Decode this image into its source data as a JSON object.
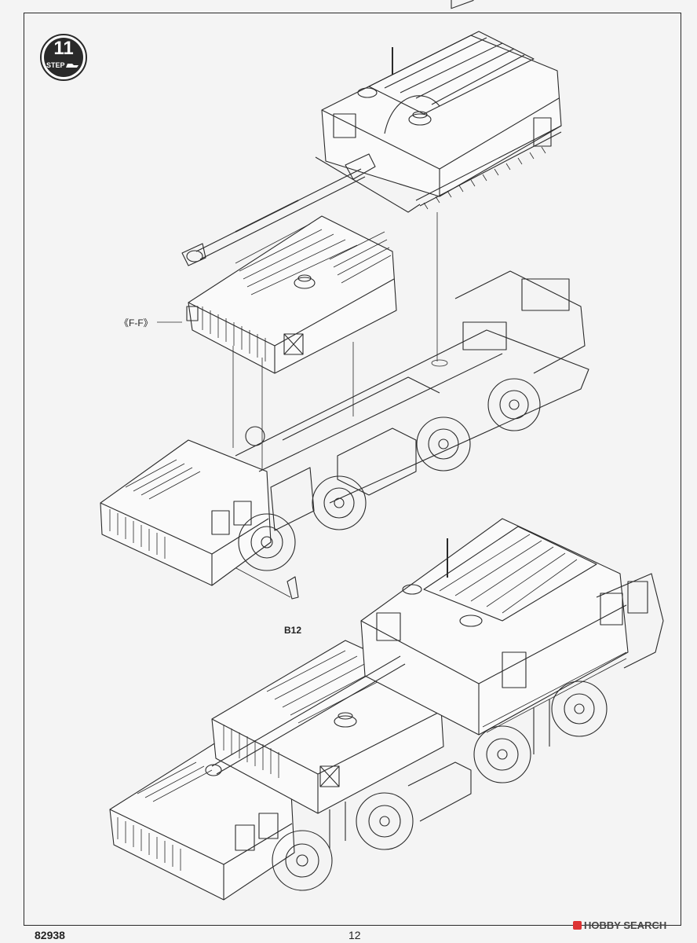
{
  "step": {
    "number": "11",
    "label": "STEP"
  },
  "callouts": {
    "section": "《F-F》",
    "part": "B12"
  },
  "footer": {
    "catalog_number": "82938",
    "page_number": "12"
  },
  "watermark": {
    "text": "HOBBY SEARCH"
  },
  "colors": {
    "line": "#2a2a2a",
    "paper": "#f4f4f4",
    "badge": "#2a2a2a"
  }
}
